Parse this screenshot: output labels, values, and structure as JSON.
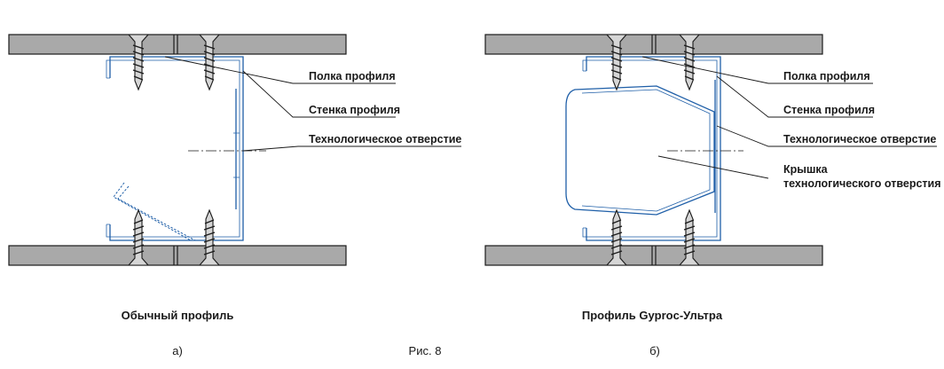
{
  "figure": {
    "panel_a": {
      "labels": {
        "flange": "Полка профиля",
        "web": "Стенка профиля",
        "hole": "Технологическое отверстие"
      },
      "caption": "Обычный профиль",
      "letter": "а)"
    },
    "panel_b": {
      "labels": {
        "flange": "Полка профиля",
        "web": "Стенка профиля",
        "hole": "Технологическое отверстие",
        "cover_line1": "Крышка",
        "cover_line2": "технологического отверстия"
      },
      "caption": "Профиль Gyproc-Ультра",
      "letter": "б)"
    },
    "figure_number": "Рис. 8",
    "colors": {
      "board": "#a9a9a9",
      "profile": "#1f5fa8",
      "outline": "#1a1a1a"
    }
  }
}
